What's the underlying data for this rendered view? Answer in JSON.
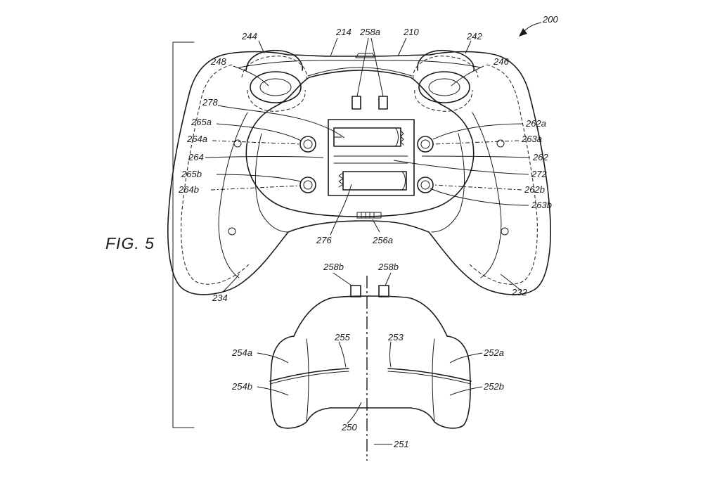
{
  "figure": {
    "title": "FIG. 5",
    "ref_number": "200"
  },
  "labels": {
    "l244": "244",
    "l214": "214",
    "l258a": "258a",
    "l210": "210",
    "l242": "242",
    "l248": "248",
    "l246": "246",
    "l278": "278",
    "l265a": "265a",
    "l264a": "264a",
    "l264": "264",
    "l265b": "265b",
    "l264b": "264b",
    "l262a": "262a",
    "l263a": "263a",
    "l262": "262",
    "l272": "272",
    "l262b": "262b",
    "l263b": "263b",
    "l276": "276",
    "l256a": "256a",
    "l234": "234",
    "l232": "232",
    "l258b_left": "258b",
    "l258b_right": "258b",
    "l254a": "254a",
    "l255": "255",
    "l253": "253",
    "l252a": "252a",
    "l254b": "254b",
    "l252b": "252b",
    "l250": "250",
    "l251": "251"
  },
  "colors": {
    "line": "#1a1a1a",
    "background": "#ffffff"
  }
}
